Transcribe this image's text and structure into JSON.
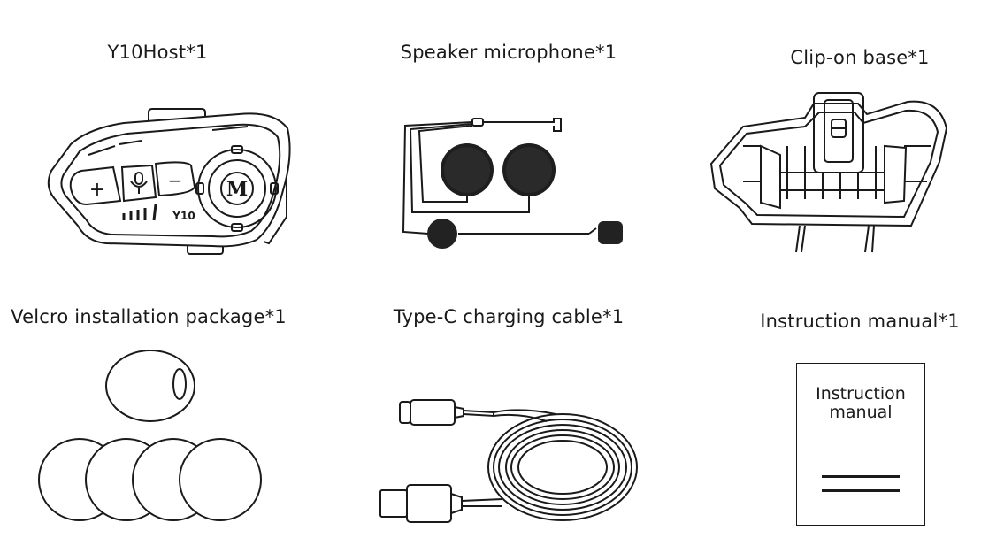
{
  "items": [
    {
      "label": "Y10Host*1",
      "icon": "headset-host-icon"
    },
    {
      "label": "Speaker microphone*1",
      "icon": "speaker-microphone-icon"
    },
    {
      "label": "Clip-on base*1",
      "icon": "clip-base-icon"
    },
    {
      "label": "Velcro installation package*1",
      "icon": "velcro-pads-icon"
    },
    {
      "label": "Type-C charging cable*1",
      "icon": "usb-cable-icon"
    },
    {
      "label": "Instruction manual*1",
      "icon": "manual-booklet-icon"
    }
  ],
  "host_device": {
    "plus": "+",
    "minus": "−",
    "model": "Y10",
    "logo": "M"
  },
  "manual_cover": {
    "line1": "Instruction",
    "line2": "manual"
  }
}
